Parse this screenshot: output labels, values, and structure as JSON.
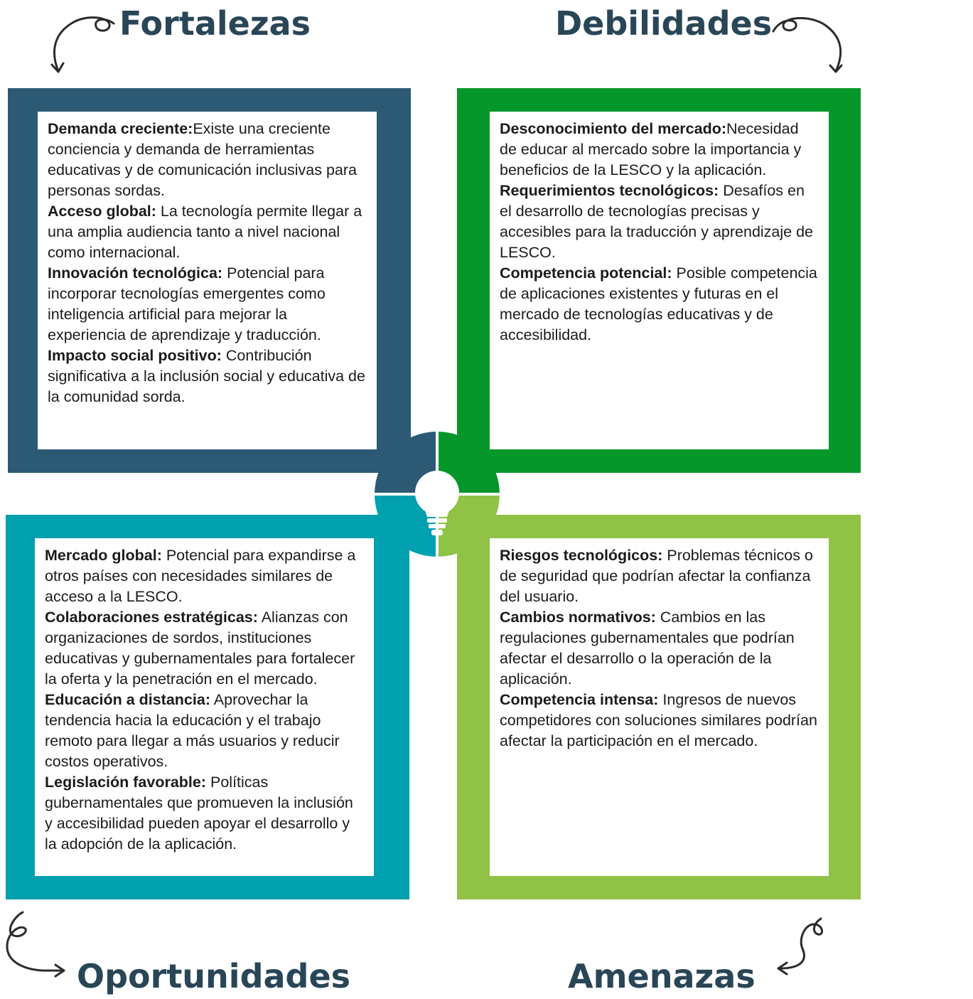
{
  "colors": {
    "strengths": "#2c5a75",
    "weaknesses": "#05972a",
    "opportunities": "#00a0af",
    "threats": "#8fc245",
    "heading": "#294657",
    "arrow": "#2b2b2b"
  },
  "icons": {
    "center": "lightbulb-icon",
    "arrows": "curly-arrow-icon"
  },
  "quadrants": {
    "strengths": {
      "title": "Fortalezas",
      "items": [
        {
          "label": "Demanda creciente:",
          "text": "Existe una creciente conciencia y demanda de herramientas educativas y de comunicación inclusivas para personas sordas."
        },
        {
          "label": "Acceso global:",
          "text": " La tecnología permite llegar a una amplia audiencia tanto a nivel nacional como internacional."
        },
        {
          "label": "Innovación tecnológica:",
          "text": " Potencial para incorporar tecnologías emergentes como inteligencia artificial para mejorar la experiencia de aprendizaje y traducción."
        },
        {
          "label": "Impacto social positivo:",
          "text": " Contribución significativa a la inclusión social y educativa de la comunidad sorda."
        }
      ]
    },
    "weaknesses": {
      "title": "Debilidades",
      "items": [
        {
          "label": "Desconocimiento del mercado:",
          "text": "Necesidad de educar al mercado sobre la importancia y beneficios de la LESCO y la aplicación."
        },
        {
          "label": "Requerimientos tecnológicos:",
          "text": " Desafíos en el desarrollo de tecnologías precisas y accesibles para la traducción y aprendizaje de LESCO."
        },
        {
          "label": "Competencia potencial:",
          "text": " Posible competencia de aplicaciones existentes y futuras en el mercado de tecnologías educativas y de accesibilidad."
        }
      ]
    },
    "opportunities": {
      "title": "Oportunidades",
      "items": [
        {
          "label": "Mercado global:",
          "text": " Potencial para expandirse a otros países con necesidades similares de acceso a la LESCO."
        },
        {
          "label": "Colaboraciones estratégicas:",
          "text": " Alianzas con organizaciones de sordos, instituciones educativas y gubernamentales para fortalecer la oferta y la penetración en el mercado."
        },
        {
          "label": "Educación a distancia:",
          "text": " Aprovechar la tendencia hacia la educación y el trabajo remoto para llegar a más usuarios y reducir costos operativos."
        },
        {
          "label": "Legislación favorable:",
          "text": " Políticas gubernamentales que promueven la inclusión y accesibilidad pueden apoyar el desarrollo y la adopción de la aplicación."
        }
      ]
    },
    "threats": {
      "title": "Amenazas",
      "items": [
        {
          "label": "Riesgos tecnológicos:",
          "text": " Problemas técnicos o de seguridad que podrían afectar la confianza del usuario."
        },
        {
          "label": "Cambios normativos:",
          "text": " Cambios en las regulaciones gubernamentales que podrían afectar el desarrollo o la operación de la aplicación."
        },
        {
          "label": "Competencia intensa:",
          "text": " Ingresos de nuevos competidores con soluciones similares podrían afectar la participación en el mercado."
        }
      ]
    }
  }
}
